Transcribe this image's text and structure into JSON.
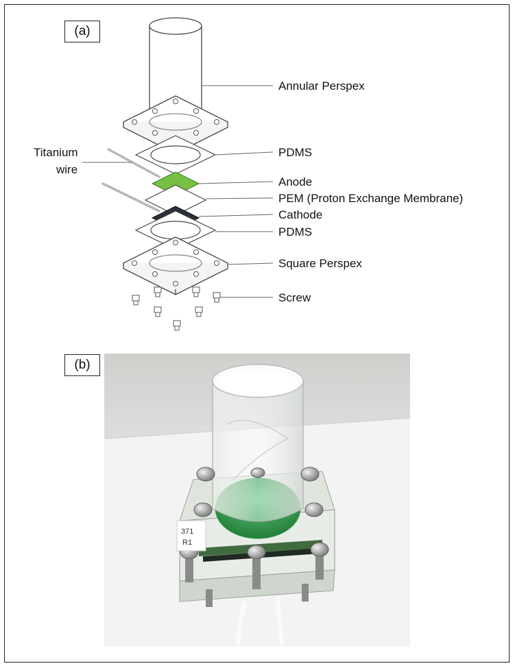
{
  "panels": {
    "a_label": "(a)",
    "b_label": "(b)"
  },
  "callouts": {
    "annular_perspex": "Annular Perspex",
    "pdms_top": "PDMS",
    "titanium_wire_line1": "Titanium",
    "titanium_wire_line2": "wire",
    "anode": "Anode",
    "pem": "PEM (Proton Exchange Membrane)",
    "cathode": "Cathode",
    "pdms_bottom": "PDMS",
    "square_perspex": "Square Perspex",
    "screw": "Screw"
  },
  "photo": {
    "sticker_line1": "371",
    "sticker_line2": "R1"
  },
  "colors": {
    "anode": "#76c043",
    "cathode": "#2b2f3e",
    "liquid": "#2f9a4a",
    "line": "#555555"
  }
}
